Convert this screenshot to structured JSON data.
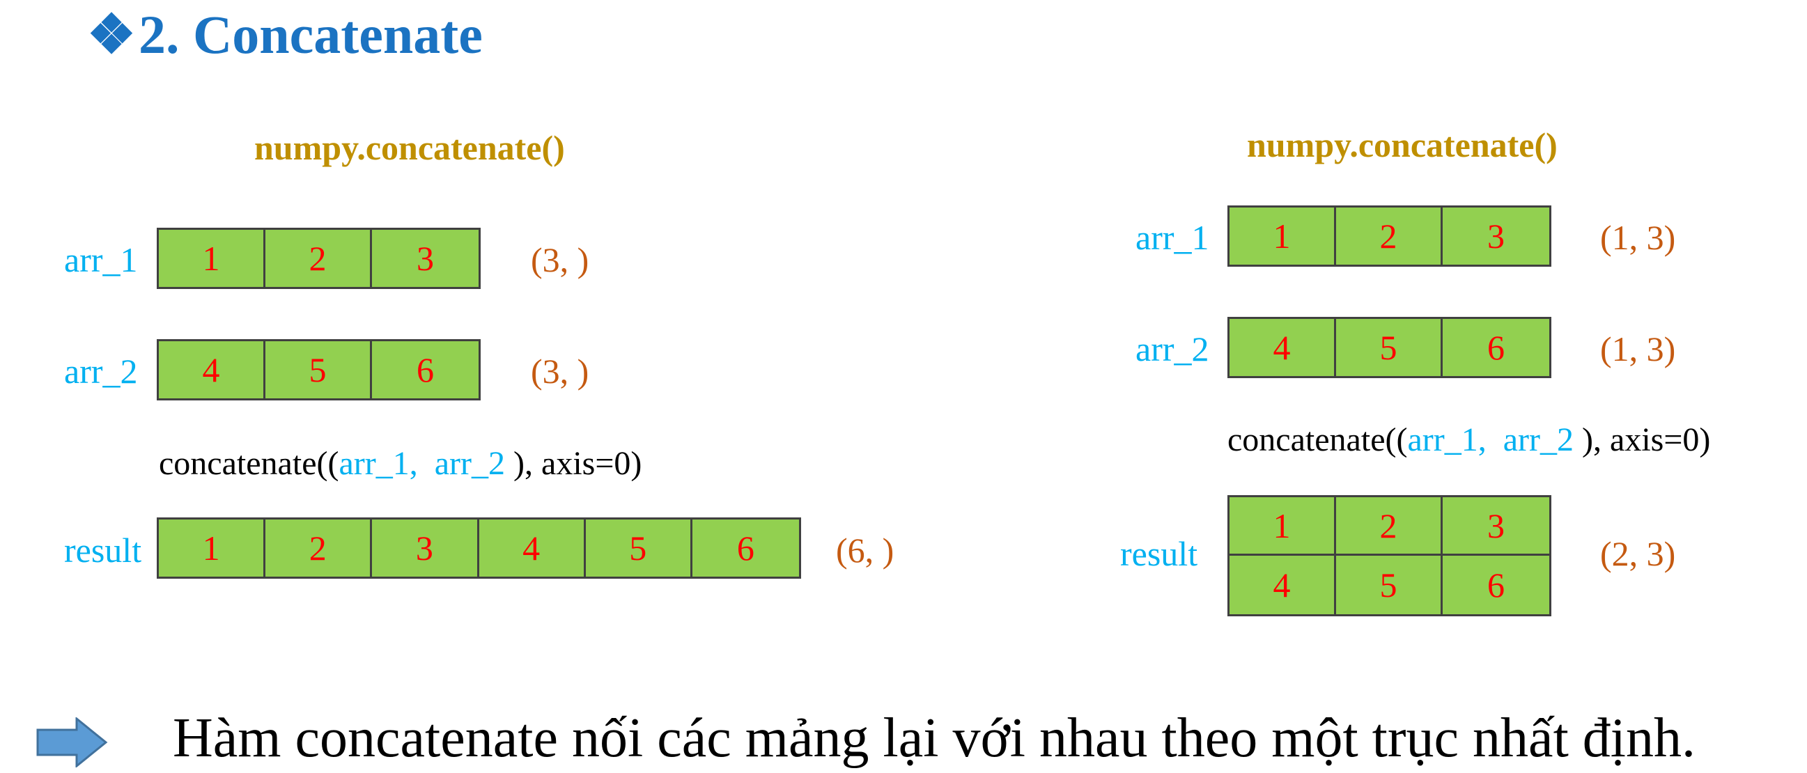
{
  "title": {
    "bullet": "❖",
    "text": "2. Concatenate"
  },
  "left": {
    "function": "numpy.concatenate()",
    "arr_1": {
      "label": "arr_1",
      "values": [
        "1",
        "2",
        "3"
      ],
      "shape": "(3, )"
    },
    "arr_2": {
      "label": "arr_2",
      "values": [
        "4",
        "5",
        "6"
      ],
      "shape": "(3, )"
    },
    "call": {
      "prefix": "concatenate((",
      "arg1": "arr_1,",
      "sep": "  ",
      "arg2": "arr_2",
      "suffix": " ), axis=0)"
    },
    "result": {
      "label": "result",
      "values": [
        "1",
        "2",
        "3",
        "4",
        "5",
        "6"
      ],
      "shape": "(6, )"
    }
  },
  "right": {
    "function": "numpy.concatenate()",
    "arr_1": {
      "label": "arr_1",
      "values": [
        "1",
        "2",
        "3"
      ],
      "shape": "(1, 3)"
    },
    "arr_2": {
      "label": "arr_2",
      "values": [
        "4",
        "5",
        "6"
      ],
      "shape": "(1, 3)"
    },
    "call": {
      "prefix": "concatenate((",
      "arg1": "arr_1,",
      "sep": "  ",
      "arg2": "arr_2",
      "suffix": " ), axis=0)"
    },
    "result": {
      "label": "result",
      "rows": [
        [
          "1",
          "2",
          "3"
        ],
        [
          "4",
          "5",
          "6"
        ]
      ],
      "shape": "(2, 3)"
    }
  },
  "summary": {
    "text": "Hàm concatenate nối các mảng lại với nhau theo một trục nhất định."
  },
  "colors": {
    "title": "#1b73c2",
    "function": "#bf8f00",
    "label": "#00b0f0",
    "shape": "#c55a11",
    "cell_fill": "#92d050",
    "cell_text": "#ff0000",
    "arrow": "#5b9bd5"
  },
  "icons": {
    "arrow": "right-arrow-icon"
  }
}
